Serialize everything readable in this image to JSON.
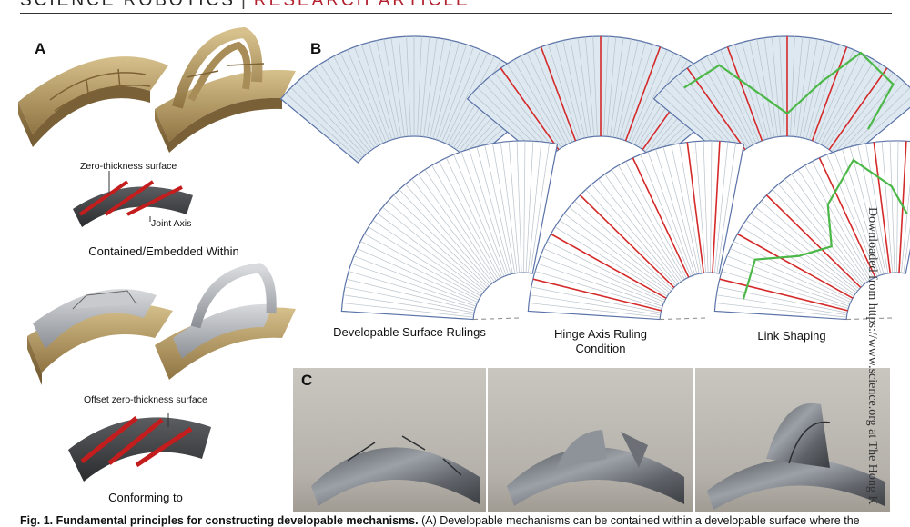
{
  "header": {
    "journal": "SCIENCE ROBOTICS",
    "separator": "|",
    "type": "RESEARCH ARTICLE"
  },
  "panels": {
    "a": {
      "label": "A",
      "zero_thickness": "Zero-thickness surface",
      "joint_axis": "Joint Axis",
      "contained_caption": "Contained/Embedded Within",
      "offset_label": "Offset zero-thickness surface",
      "conforming_caption": "Conforming to"
    },
    "b": {
      "label": "B",
      "captions": [
        "Developable Surface Rulings",
        "Hinge Axis Ruling Condition",
        "Link Shaping"
      ],
      "colors": {
        "surface": "#dde8f0",
        "ruling": "#b9c2ca",
        "edge": "#5a73a8",
        "hinge": "#d42a2a",
        "link": "#4cb848"
      }
    },
    "c": {
      "label": "C"
    }
  },
  "side_text": "Downloaded from https://www.science.org at The Hong K",
  "figure_caption": {
    "lead": "Fig. 1. Fundamental principles for constructing developable mechanisms.",
    "rest": " (A) Developable mechanisms can be contained within a developable surface where the"
  }
}
